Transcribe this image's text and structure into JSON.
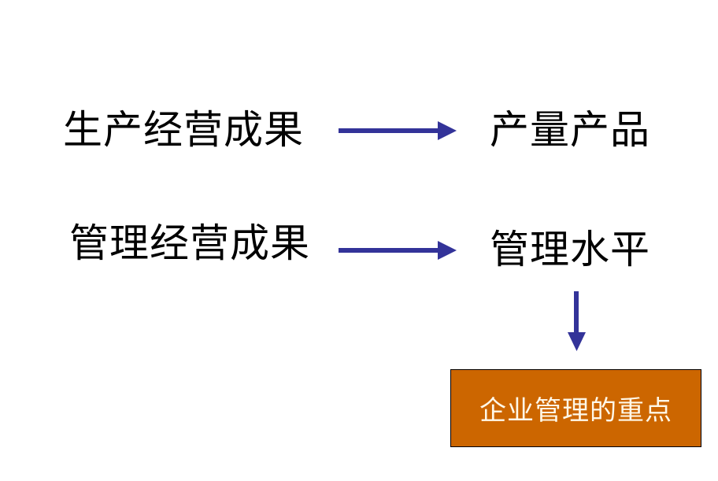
{
  "row1": {
    "left": "生产经营成果",
    "right": "产量产品"
  },
  "row2": {
    "left": "管理经营成果",
    "right": "管理水平"
  },
  "result": "企业管理的重点",
  "colors": {
    "arrow": "#333399",
    "box": "#cc6600",
    "box_text": "#fff8e8"
  }
}
